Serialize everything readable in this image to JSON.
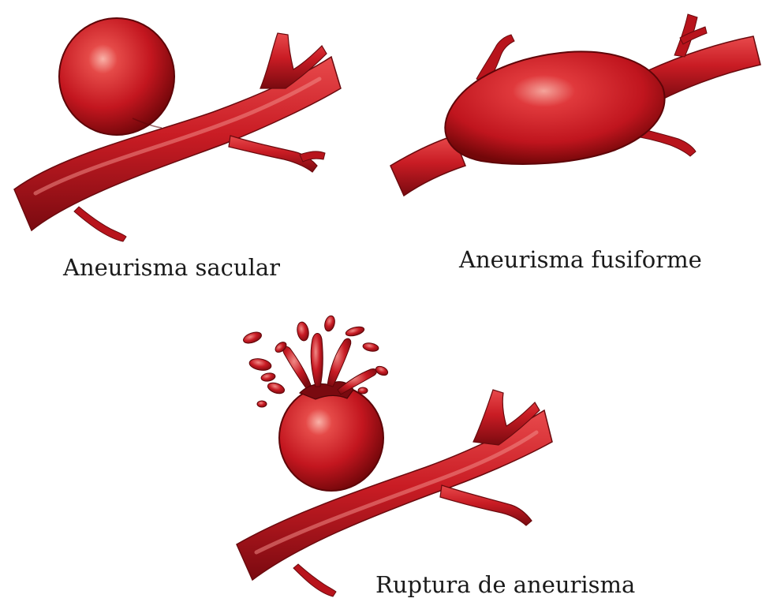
{
  "captions": {
    "saccular": "Aneurisma sacular",
    "fusiform": "Aneurisma fusiforme",
    "rupture": "Ruptura de aneurisma"
  },
  "colors": {
    "vessel_light": "#e0343a",
    "vessel_mid": "#c11a22",
    "vessel_dark": "#7a0a10",
    "highlight": "#f6a7a0"
  }
}
